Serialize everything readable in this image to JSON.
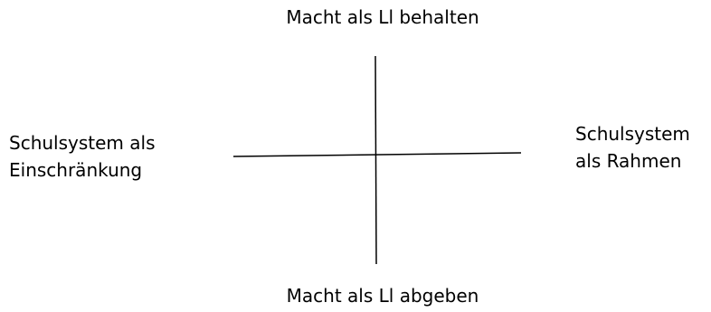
{
  "diagram": {
    "top": "Macht als Ll behalten",
    "bottom": "Macht als Ll abgeben",
    "left": [
      "Schulsystem als",
      "Einschränkung"
    ],
    "right": [
      "Schulsystem",
      "als Rahmen"
    ]
  }
}
